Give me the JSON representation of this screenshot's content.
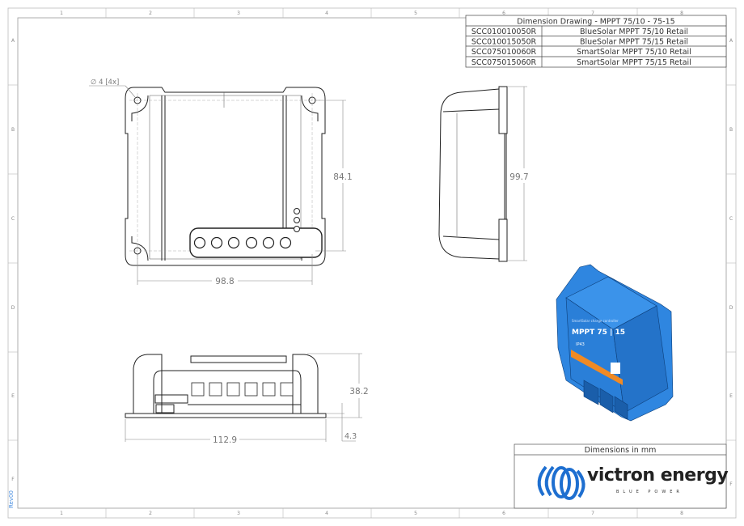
{
  "title_block": {
    "title": "Dimension Drawing - MPPT 75/10 - 75-15",
    "rows": [
      {
        "code": "SCC010010050R",
        "name": "BlueSolar MPPT 75/10 Retail"
      },
      {
        "code": "SCC010015050R",
        "name": "BlueSolar MPPT 75/15 Retail"
      },
      {
        "code": "SCC075010060R",
        "name": "SmartSolar MPPT 75/10 Retail"
      },
      {
        "code": "SCC075015060R",
        "name": "SmartSolar MPPT 75/15 Retail"
      }
    ]
  },
  "grid": {
    "columns": [
      "1",
      "2",
      "3",
      "4",
      "5",
      "6",
      "7",
      "8"
    ],
    "rows": [
      "A",
      "B",
      "C",
      "D",
      "E",
      "F"
    ]
  },
  "dimensions": {
    "hole": "∅ 4 [4x]",
    "front_height": "84.1",
    "front_width": "98.8",
    "side_height": "99.7",
    "bottom_height": "38.2",
    "bottom_width": "112.9",
    "flange": "4.3"
  },
  "product_label": {
    "series": "SmartSolar charge controller",
    "model": "MPPT 75 | 15",
    "ip": "IP43"
  },
  "footer": {
    "units": "Dimensions in mm",
    "logo_text": "victron energy",
    "logo_tagline": "BLUE POWER"
  },
  "revision": "Rev00",
  "colors": {
    "brand_blue": "#1e6fd0",
    "body_blue": "#2f86e0",
    "accent_orange": "#f08a24"
  }
}
